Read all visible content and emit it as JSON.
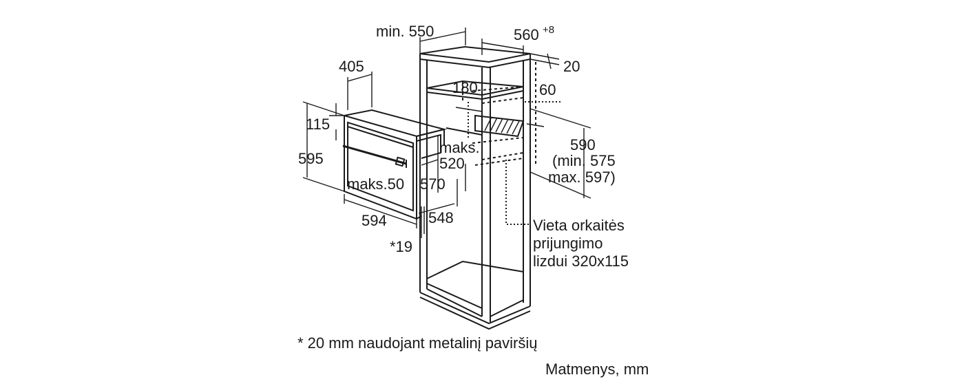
{
  "labels": {
    "min_550": "min. 550",
    "w560": "560",
    "w560_sup": "+8",
    "d20": "20",
    "d405": "405",
    "d180": "180",
    "d60": "60",
    "d115": "115",
    "maks": "maks.",
    "d520": "520",
    "d590": "590",
    "min575": "(min. 575",
    "max597": "max. 597)",
    "d595": "595",
    "maks50": "maks.50",
    "d570": "570",
    "d594": "594",
    "d548": "548",
    "star19": "*19"
  },
  "notes": {
    "socket_1": "Vieta orkaitės",
    "socket_2": "prijungimo",
    "socket_3": "lizdui 320x115",
    "footnote": "* 20 mm naudojant metalinį paviršių",
    "units": "Matmenys, mm"
  },
  "colors": {
    "ink": "#1a1a1a",
    "background": "#ffffff"
  }
}
